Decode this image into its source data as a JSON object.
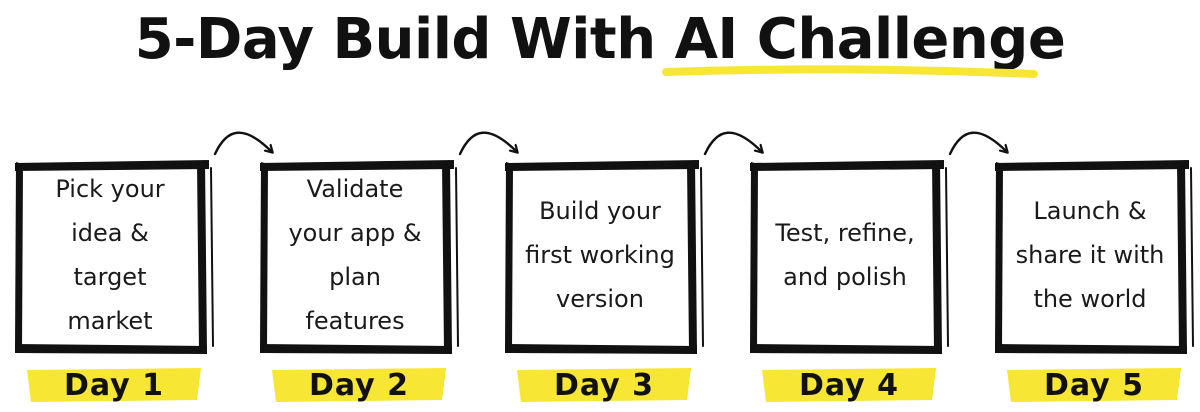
{
  "title": {
    "plain": "5-Day Build With ",
    "accent": "AI Challenge"
  },
  "colors": {
    "ink": "#111111",
    "highlight": "#f7e633",
    "background": "#ffffff"
  },
  "steps": [
    {
      "text": "Pick your\nidea &\ntarget\nmarket",
      "day": "Day 1"
    },
    {
      "text": "Validate\nyour app &\nplan\nfeatures",
      "day": "Day 2"
    },
    {
      "text": "Build your\nfirst working\nversion",
      "day": "Day 3"
    },
    {
      "text": "Test, refine,\nand polish",
      "day": "Day 4"
    },
    {
      "text": "Launch &\nshare it with\nthe world",
      "day": "Day 5"
    }
  ],
  "connector_icon": "curved-arrow-icon"
}
